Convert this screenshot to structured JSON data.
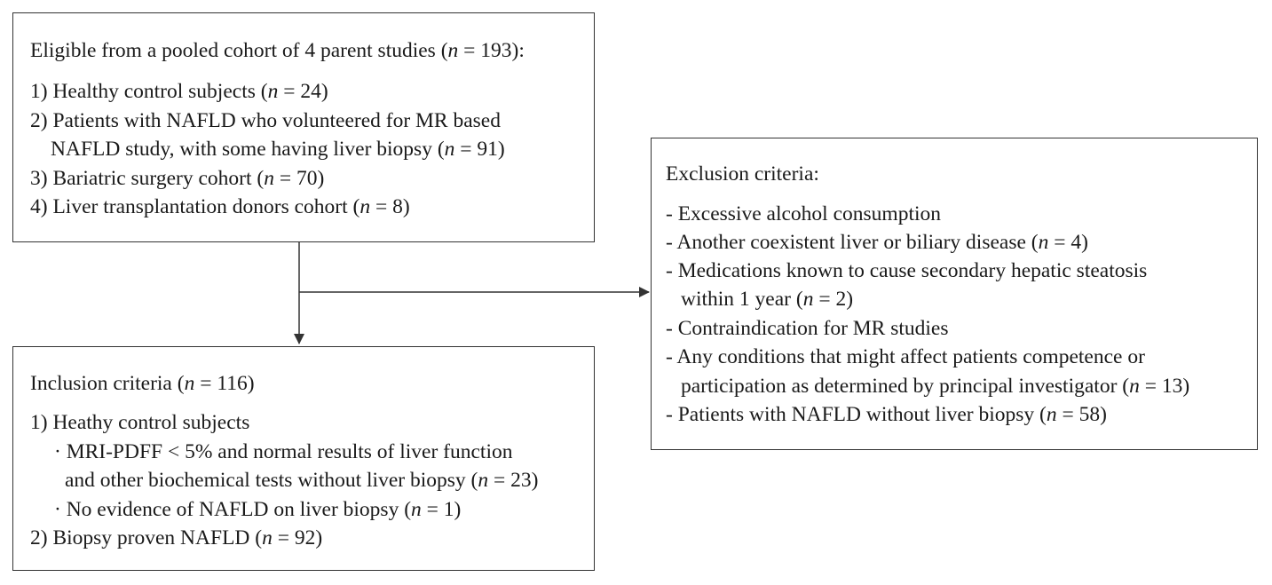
{
  "eligible": {
    "heading": "Eligible from a pooled cohort of 4 parent studies (n = 193):",
    "items": [
      "1) Healthy control subjects (n = 24)",
      "2) Patients with NAFLD who volunteered for MR based",
      "NAFLD study, with some having liver biopsy (n = 91)",
      "3) Bariatric surgery cohort (n = 70)",
      "4) Liver transplantation donors cohort (n = 8)"
    ]
  },
  "exclusion": {
    "heading": "Exclusion criteria:",
    "items": [
      "- Excessive alcohol consumption",
      "- Another coexistent liver or biliary disease (n = 4)",
      "- Medications known to cause secondary hepatic steatosis",
      "within 1 year (n = 2)",
      "- Contraindication for MR studies",
      "- Any conditions that might affect patients competence or",
      "participation as determined by principal investigator (n = 13)",
      "- Patients with NAFLD without liver biopsy (n = 58)"
    ]
  },
  "inclusion": {
    "heading": "Inclusion criteria (n = 116)",
    "items": [
      "1) Heathy control subjects",
      "· MRI-PDFF < 5% and normal results of liver function",
      "and other biochemical tests without liver biopsy (n = 23)",
      "· No evidence of NAFLD on liver biopsy (n = 1)",
      "2) Biopsy proven NAFLD (n = 92)"
    ]
  },
  "colors": {
    "border": "#333333",
    "text": "#1a1a1a",
    "background": "#ffffff"
  }
}
